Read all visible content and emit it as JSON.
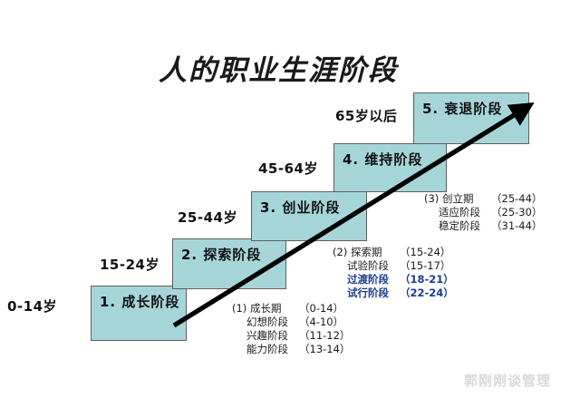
{
  "title": "人的职业生涯阶段",
  "stages": [
    {
      "id": 1,
      "label": "1. 成长阶段",
      "age": "0-14岁"
    },
    {
      "id": 2,
      "label": "2. 探索阶段",
      "age": "15-24岁"
    },
    {
      "id": 3,
      "label": "3. 创业阶段",
      "age": "25-44岁"
    },
    {
      "id": 4,
      "label": "4. 维持阶段",
      "age": "45-64岁"
    },
    {
      "id": 5,
      "label": "5. 衰退阶段",
      "age": "65岁以后"
    }
  ],
  "annotations": [
    {
      "marker": "(1)",
      "heading": "成长期",
      "heading_range": "（0-14）",
      "rows": [
        {
          "name": "幻想阶段",
          "range": "（4-10）",
          "highlight": false
        },
        {
          "name": "兴趣阶段",
          "range": "（11-12）",
          "highlight": false
        },
        {
          "name": "能力阶段",
          "range": "（13-14）",
          "highlight": false
        }
      ]
    },
    {
      "marker": "(2)",
      "heading": "探索期",
      "heading_range": "（15-24）",
      "rows": [
        {
          "name": "试验阶段",
          "range": "（15-17）",
          "highlight": false
        },
        {
          "name": "过渡阶段",
          "range": "（18-21）",
          "highlight": true
        },
        {
          "name": "试行阶段",
          "range": "（22-24）",
          "highlight": true
        }
      ]
    },
    {
      "marker": "(3)",
      "heading": "创立期",
      "heading_range": "（25-44）",
      "rows": [
        {
          "name": "适应阶段",
          "range": "（25-30）",
          "highlight": false
        },
        {
          "name": "稳定阶段",
          "range": "（31-44）",
          "highlight": false
        }
      ]
    }
  ],
  "watermark": "郭刚刚谈管理",
  "colors": {
    "box_fill": "#a6d5d8",
    "box_border": "#5f5f5f",
    "highlight_text": "#1b3d8f",
    "arrow": "#000000",
    "watermark": "#d9d9d9"
  }
}
